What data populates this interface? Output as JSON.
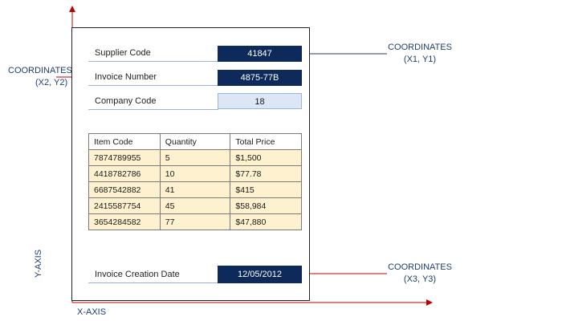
{
  "header_fields": [
    {
      "label": "Supplier Code",
      "value": "41847",
      "style": "dark"
    },
    {
      "label": "Invoice Number",
      "value": "4875-77B",
      "style": "dark"
    },
    {
      "label": "Company Code",
      "value": "18",
      "style": "light"
    }
  ],
  "items_table": {
    "columns": [
      "Item Code",
      "Quantity",
      "Total Price"
    ],
    "rows": [
      [
        "7874789955",
        "5",
        "$1,500"
      ],
      [
        "4418782786",
        "10",
        "$77.78"
      ],
      [
        "6687542882",
        "41",
        "$415"
      ],
      [
        "2415587754",
        "45",
        "$58,984"
      ],
      [
        "3654284582",
        "77",
        "$47,880"
      ]
    ]
  },
  "footer_field": {
    "label": "Invoice Creation Date",
    "value": "12/05/2012"
  },
  "callouts": {
    "top_right": {
      "line1": "COORDINATES",
      "line2": "(X1, Y1)"
    },
    "left": {
      "line1": "COORDINATES",
      "line2": "(X2, Y2)"
    },
    "bottom_right": {
      "line1": "COORDINATES",
      "line2": "(X3, Y3)"
    }
  },
  "axes": {
    "x_label": "X-AXIS",
    "y_label": "Y-AXIS"
  },
  "colors": {
    "axis": "#c00000",
    "dark_value_bg": "#0e2a5a",
    "light_value_bg": "#dce6f4",
    "table_cell_bg": "#fdf1cf",
    "callout_text": "#1d3d73",
    "callout_arrow_blue": "#1d3d73",
    "callout_arrow_red": "#c00000"
  }
}
